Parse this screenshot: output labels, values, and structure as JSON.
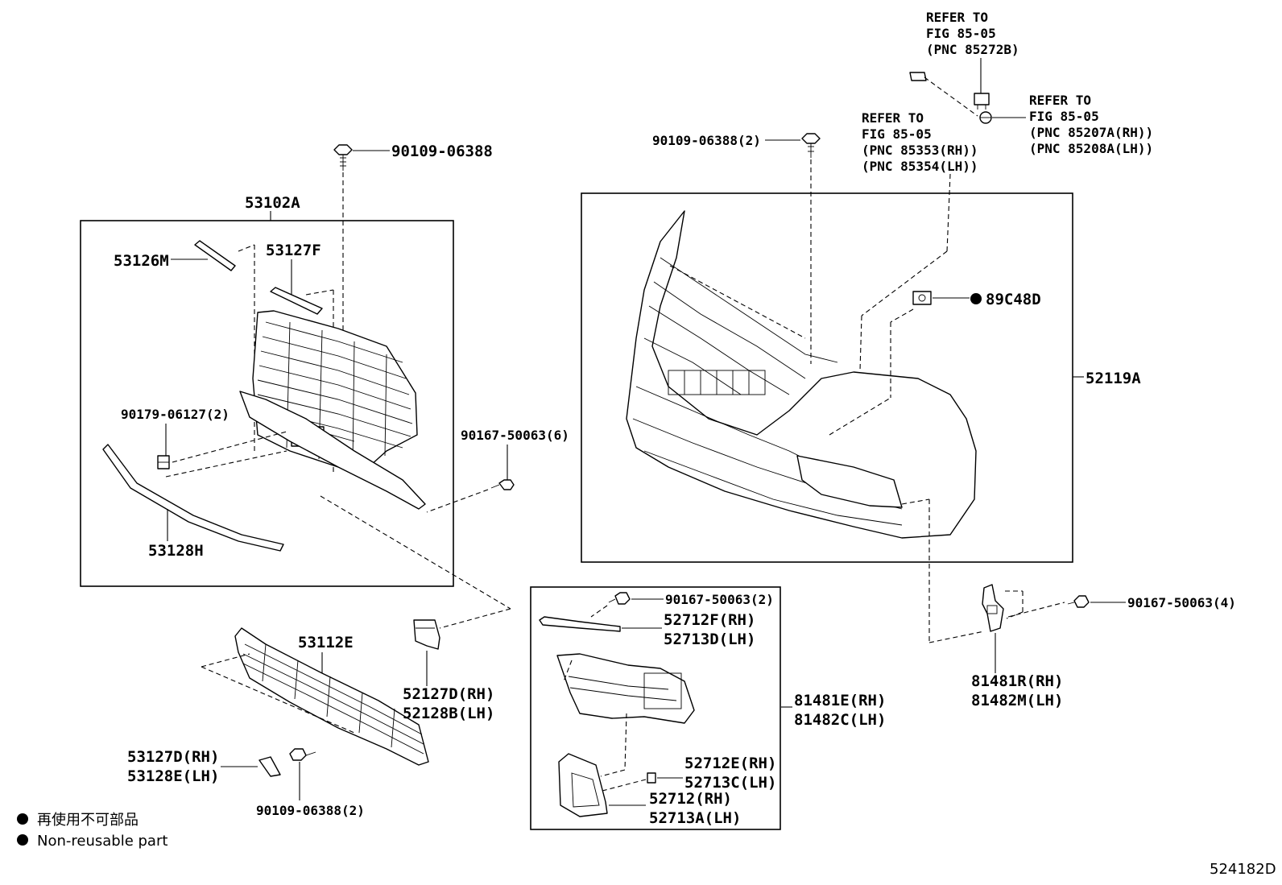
{
  "refs": {
    "fig_85272b": [
      "REFER TO",
      "FIG 85-05",
      "(PNC 85272B)"
    ],
    "fig_85207a": [
      "REFER TO",
      "FIG 85-05",
      "(PNC 85207A(RH))",
      "(PNC 85208A(LH))"
    ],
    "fig_85353": [
      "REFER TO",
      "FIG 85-05",
      "(PNC 85353(RH))",
      "(PNC 85354(LH))"
    ]
  },
  "labels": {
    "p90109_06388_top": "90109-06388",
    "p53102a": "53102A",
    "p53126m": "53126M",
    "p53127f": "53127F",
    "p90179_06127": "90179-06127(2)",
    "p90167_50063_6": "90167-50063(6)",
    "p53128h": "53128H",
    "p90109_06388_2_top": "90109-06388(2)",
    "p89c48d": "89C48D",
    "p52119a": "52119A",
    "p53112e": "53112E",
    "p52127d": "52127D(RH)",
    "p52128b": "52128B(LH)",
    "p53127d": "53127D(RH)",
    "p53128e": "53128E(LH)",
    "p90109_06388_2_bottom": "90109-06388(2)",
    "p90167_50063_2": "90167-50063(2)",
    "p52712f": "52712F(RH)",
    "p52713d": "52713D(LH)",
    "p81481e": "81481E(RH)",
    "p81482c": "81482C(LH)",
    "p52712e": "52712E(RH)",
    "p52713c": "52713C(LH)",
    "p52712": "52712(RH)",
    "p52713a": "52713A(LH)",
    "p90167_50063_4": "90167-50063(4)",
    "p81481r": "81481R(RH)",
    "p81482m": "81482M(LH)"
  },
  "legend": {
    "japanese": "再使用不可部品",
    "english": "Non-reusable part"
  },
  "figure_id": "524182D"
}
